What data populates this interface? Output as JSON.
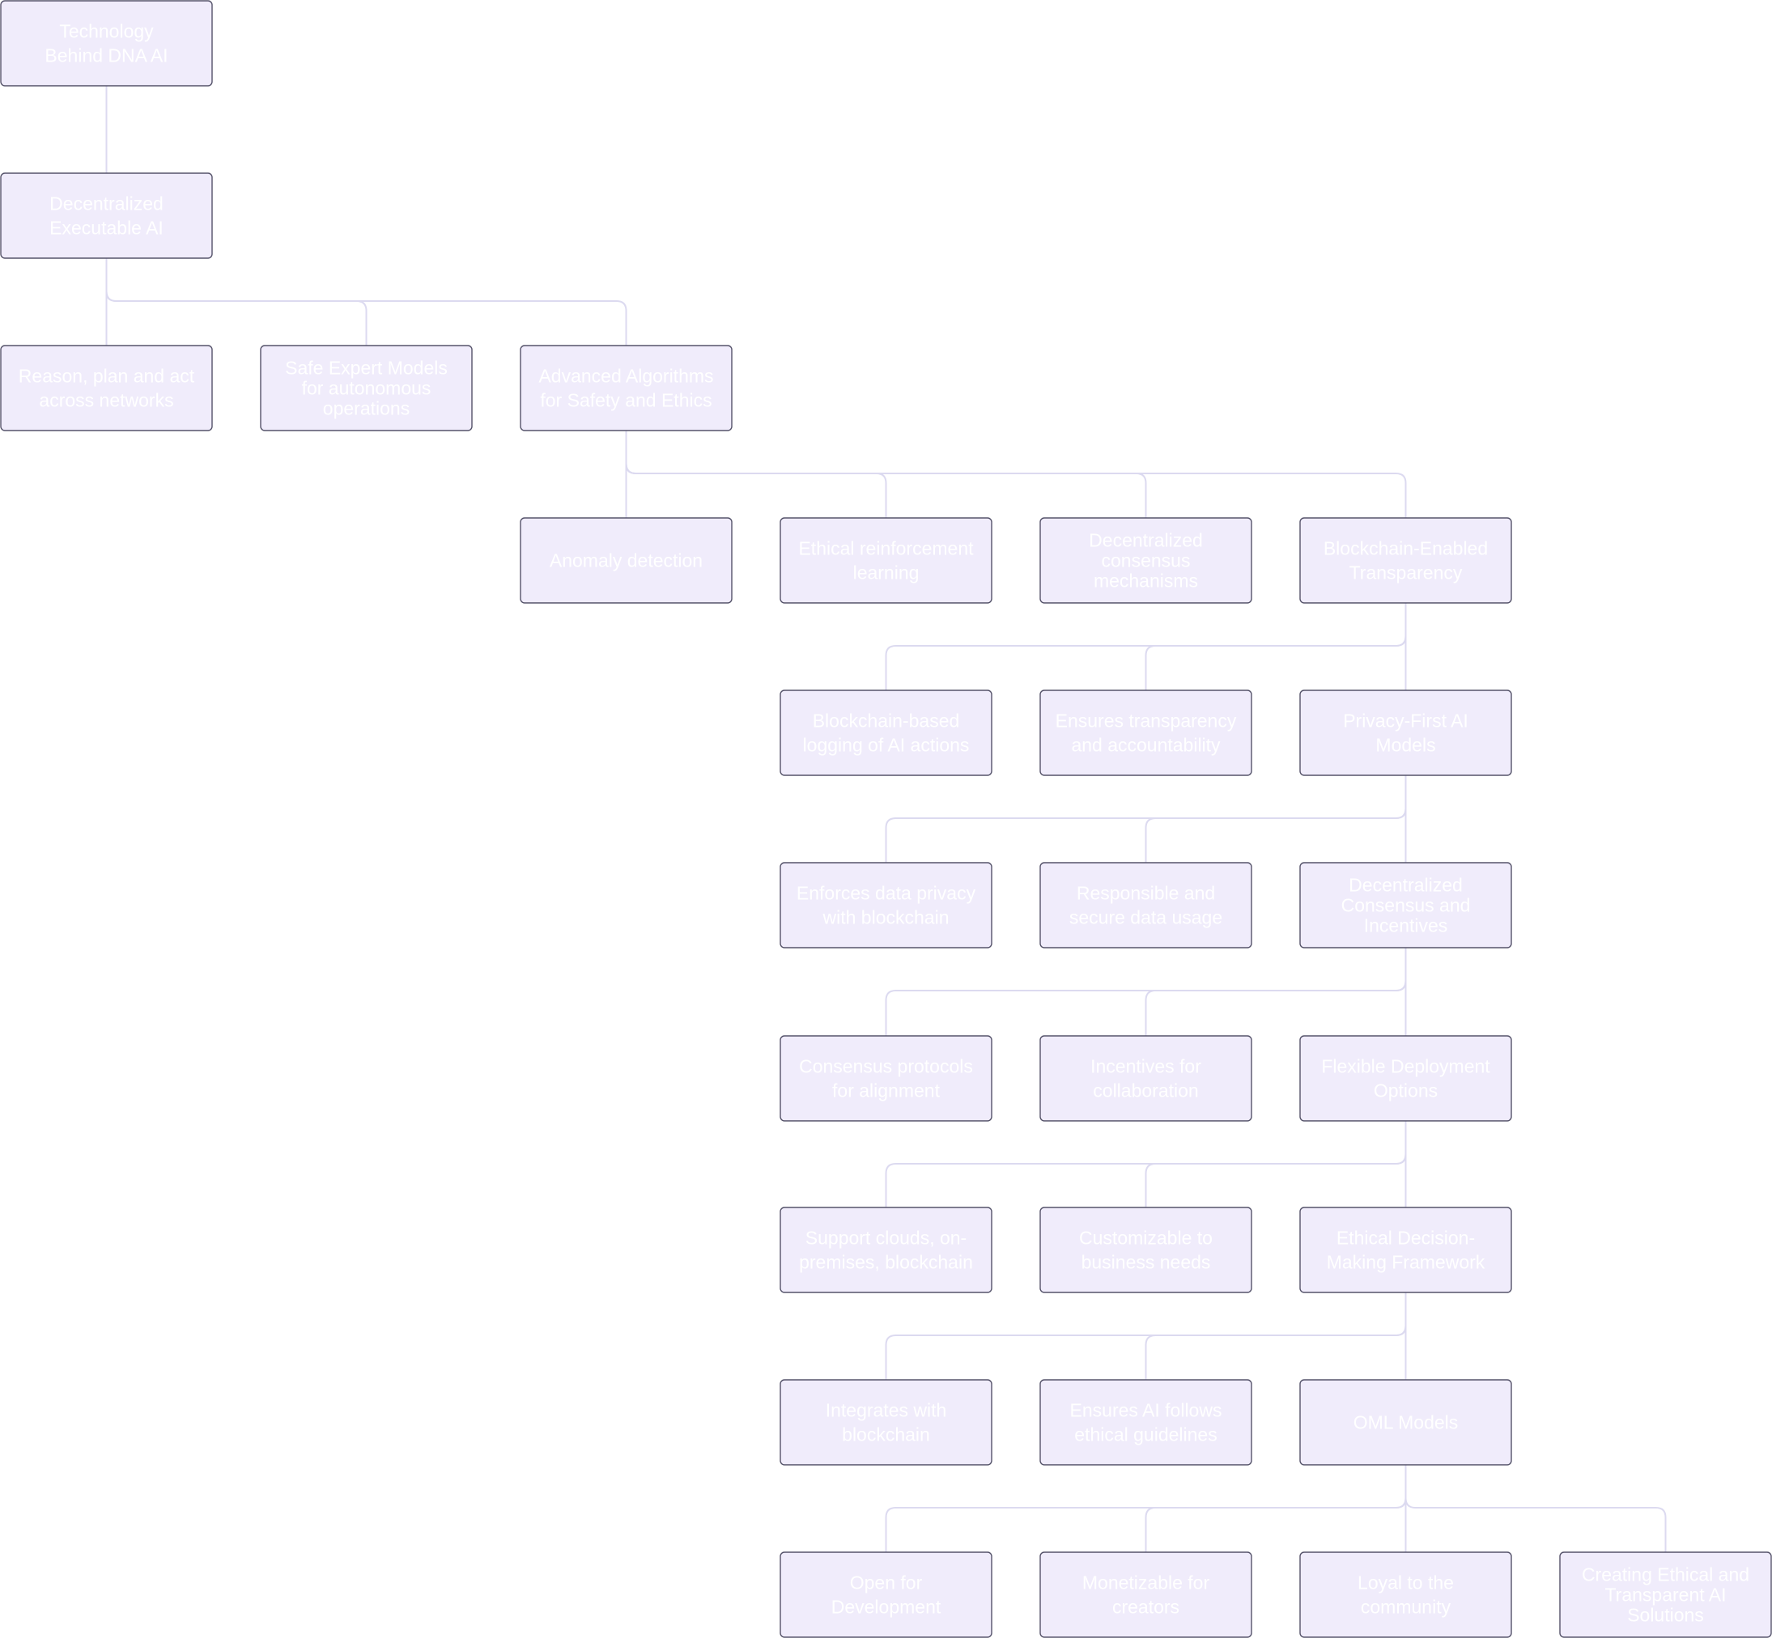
{
  "diagram": {
    "type": "tree",
    "nodes": {
      "root": "Technology Behind DNA AI",
      "dea": "Decentralized Executable AI",
      "reason": "Reason, plan and act across networks",
      "safe": "Safe Expert Models for autonomous operations",
      "adv": "Advanced Algorithms for Safety and Ethics",
      "anomaly": "Anomaly detection",
      "erl": "Ethical reinforcement learning",
      "dcm": "Decentralized consensus mechanisms",
      "bet": "Blockchain-Enabled Transparency",
      "bbl": "Blockchain-based logging of AI actions",
      "eta": "Ensures transparency and accountability",
      "pfa": "Privacy-First AI Models",
      "edp": "Enforces data privacy with blockchain",
      "rsd": "Responsible and secure data usage",
      "dci": "Decentralized Consensus and Incentives",
      "cpa": "Consensus protocols for alignment",
      "ifc": "Incentives for collaboration",
      "fdo": "Flexible Deployment Options",
      "scp": "Support clouds, on-premises, blockchain",
      "cbn": "Customizable to business needs",
      "edm": "Ethical Decision-Making Framework",
      "iwb": "Integrates with blockchain",
      "eaf": "Ensures AI follows ethical guidelines",
      "oml": "OML Models",
      "ofd": "Open for Development",
      "mfc": "Monetizable for creators",
      "ltc": "Loyal to the community",
      "cet": "Creating Ethical and Transparent AI Solutions"
    },
    "edges": [
      [
        "root",
        "dea"
      ],
      [
        "dea",
        "reason"
      ],
      [
        "dea",
        "safe"
      ],
      [
        "dea",
        "adv"
      ],
      [
        "adv",
        "anomaly"
      ],
      [
        "adv",
        "erl"
      ],
      [
        "adv",
        "dcm"
      ],
      [
        "adv",
        "bet"
      ],
      [
        "bet",
        "bbl"
      ],
      [
        "bet",
        "eta"
      ],
      [
        "bet",
        "pfa"
      ],
      [
        "pfa",
        "edp"
      ],
      [
        "pfa",
        "rsd"
      ],
      [
        "pfa",
        "dci"
      ],
      [
        "dci",
        "cpa"
      ],
      [
        "dci",
        "ifc"
      ],
      [
        "dci",
        "fdo"
      ],
      [
        "fdo",
        "scp"
      ],
      [
        "fdo",
        "cbn"
      ],
      [
        "fdo",
        "edm"
      ],
      [
        "edm",
        "iwb"
      ],
      [
        "edm",
        "eaf"
      ],
      [
        "edm",
        "oml"
      ],
      [
        "oml",
        "ofd"
      ],
      [
        "oml",
        "mfc"
      ],
      [
        "oml",
        "ltc"
      ],
      [
        "oml",
        "cet"
      ]
    ]
  }
}
